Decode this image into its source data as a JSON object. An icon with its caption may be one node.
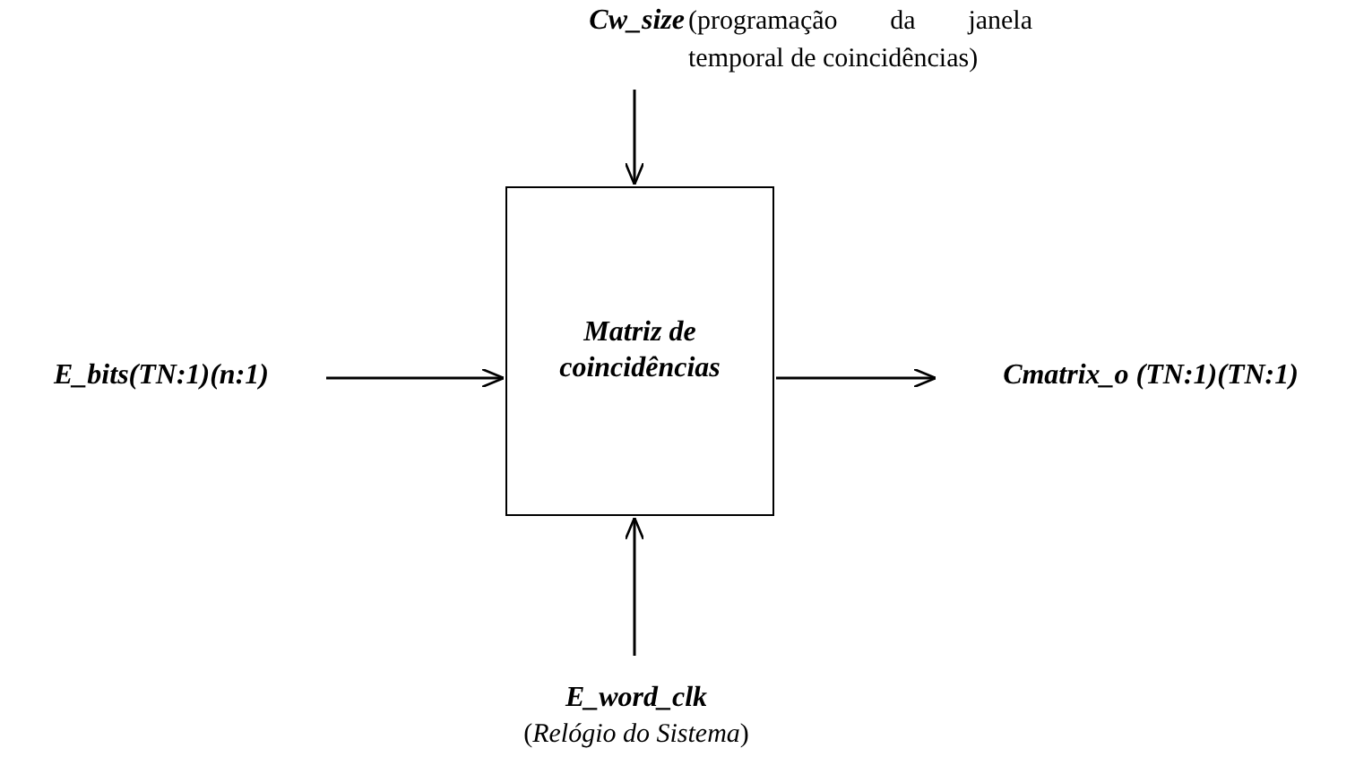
{
  "diagram": {
    "nodes": [
      {
        "text": [
          "Matriz de coincidências"
        ]
      },
      {
        "text": [
          "E_bits(TN:1)(n:1)"
        ]
      },
      {
        "text": [
          "Cmatrix_o (TN:1)(TN:1)"
        ]
      },
      {
        "text": [
          "Cw_size"
        ],
        "beside": [
          "(programação da janela temporal de coincidências)"
        ]
      },
      {
        "text": [
          "E_word_clk"
        ],
        "beside": [
          "(*Relógio do Sistema*)"
        ]
      }
    ],
    "edges": [
      {
        "from": 1,
        "to": 0,
        "arrow": "to"
      },
      {
        "from": 0,
        "to": 2,
        "arrow": "to"
      },
      {
        "from": 3,
        "to": 0,
        "arrow": "to"
      },
      {
        "from": 4,
        "to": 0,
        "arrow": "to"
      }
    ]
  }
}
